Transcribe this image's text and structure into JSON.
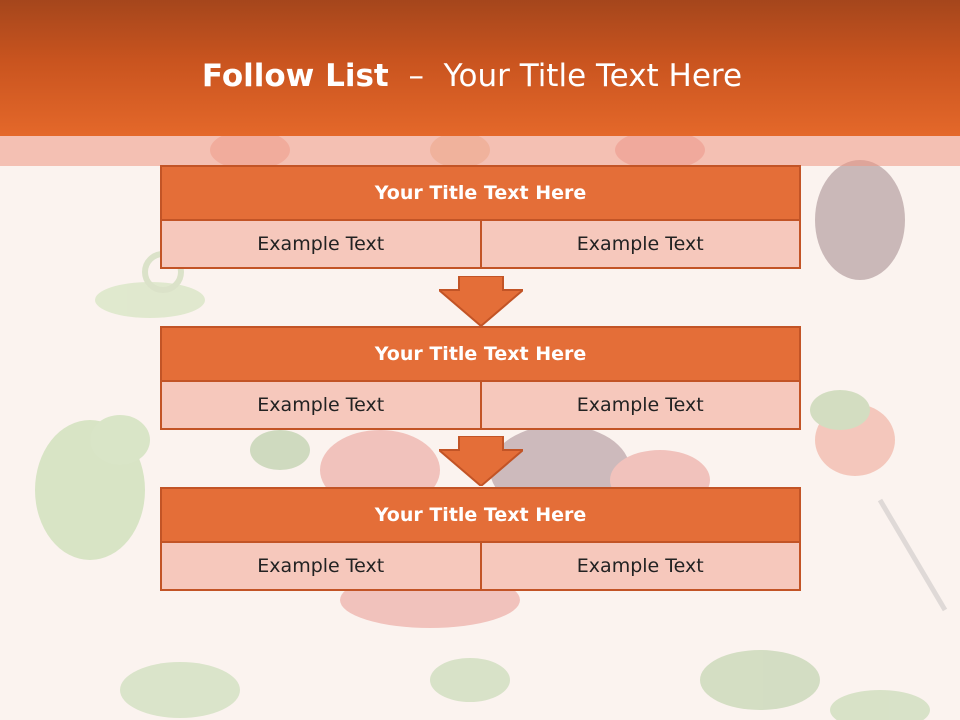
{
  "slide": {
    "title_bold": "Follow List",
    "title_rest": "  –  Your Title Text Here"
  },
  "blocks": [
    {
      "title": "Your Title Text Here",
      "cells": [
        "Example Text",
        "Example Text"
      ]
    },
    {
      "title": "Your Title Text Here",
      "cells": [
        "Example Text",
        "Example Text"
      ]
    },
    {
      "title": "Your Title Text Here",
      "cells": [
        "Example Text",
        "Example Text"
      ]
    }
  ],
  "colors": {
    "header": "#c9541f",
    "block_title": "#e46e38",
    "cell": "#f6c8bc",
    "border": "#c25426"
  }
}
